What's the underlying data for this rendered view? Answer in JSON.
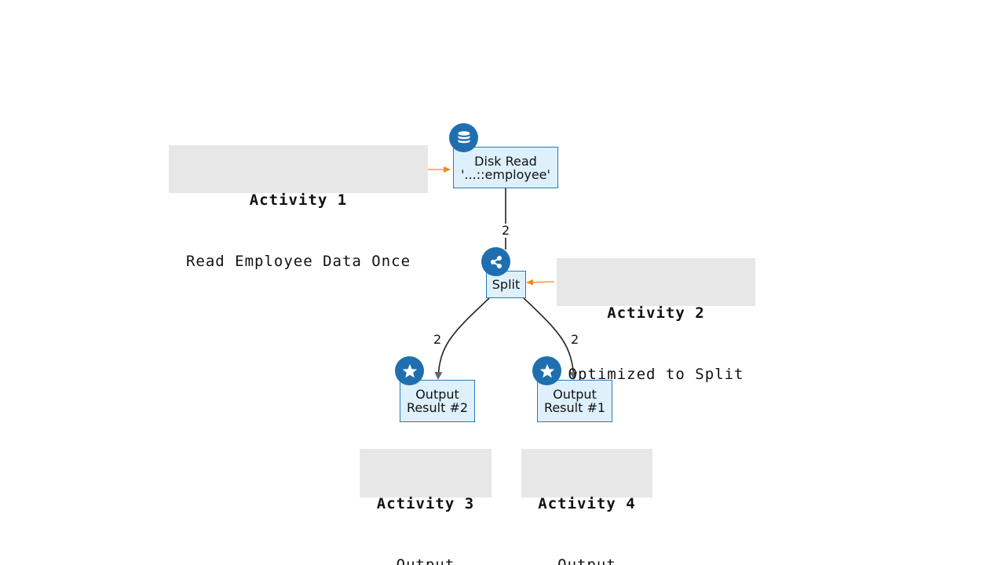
{
  "nodes": {
    "disk_read": {
      "line1": "Disk Read",
      "line2": "'...::employee'",
      "icon": "database-icon"
    },
    "split": {
      "label": "Split",
      "icon": "share-icon"
    },
    "output2": {
      "line1": "Output",
      "line2": "Result #2",
      "icon": "star-icon"
    },
    "output1": {
      "line1": "Output",
      "line2": "Result #1",
      "icon": "star-icon"
    }
  },
  "edges": {
    "disk_to_split": "2",
    "split_to_output2": "2",
    "split_to_output1": "2"
  },
  "callouts": {
    "activity1": {
      "title": "Activity 1",
      "subtitle": "Read Employee Data Once"
    },
    "activity2": {
      "title": "Activity 2",
      "subtitle": "Optimized to Split"
    },
    "activity3": {
      "title": "Activity 3",
      "subtitle": "Output"
    },
    "activity4": {
      "title": "Activity 4",
      "subtitle": "Output"
    }
  },
  "colors": {
    "node_fill": "#ddf0fb",
    "node_border": "#2a79b5",
    "badge": "#1f6fb0",
    "callout_bg": "#e7e7e7",
    "pointer_arrow": "#f08a1c",
    "edge": "#222222"
  }
}
